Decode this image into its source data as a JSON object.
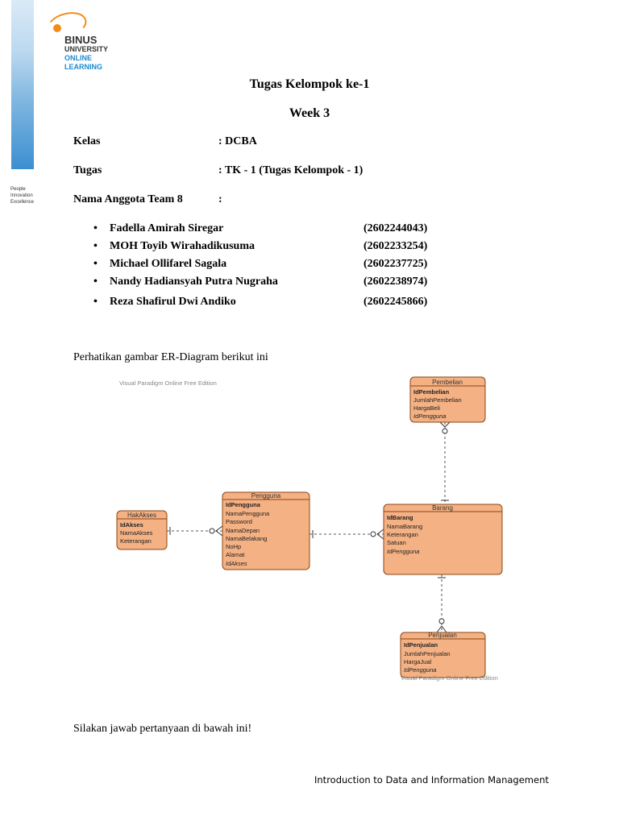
{
  "logo": {
    "brand": "BINUS",
    "university": "UNIVERSITY",
    "online": "ONLINE",
    "learning": "LEARNING",
    "tagline": [
      "People",
      "Innovation",
      "Excellence"
    ]
  },
  "title": "Tugas Kelompok ke-1",
  "week": "Week 3",
  "info": {
    "kelas_label": "Kelas",
    "kelas_value": ": DCBA",
    "tugas_label": "Tugas",
    "tugas_value": ": TK - 1 (Tugas Kelompok - 1)",
    "team_label": "Nama Anggota Team 8",
    "team_sep": ":"
  },
  "members": [
    {
      "name": "Fadella Amirah Siregar",
      "nim": "(2602244043)"
    },
    {
      "name": "MOH Toyib Wirahadikusuma",
      "nim": "(2602233254)"
    },
    {
      "name": "Michael Ollifarel Sagala",
      "nim": "(2602237725)"
    },
    {
      "name": "Nandy Hadiansyah Putra Nugraha",
      "nim": "(2602238974)"
    },
    {
      "name": "Reza Shafirul Dwi Andiko",
      "nim": "(2602245866)"
    }
  ],
  "intro_text": "Perhatikan gambar ER-Diagram berikut ini",
  "diagram": {
    "watermark_top": "Visual Paradigm Online Free Edition",
    "watermark_bottom": "Visual Paradigm Online Free Edition",
    "entity_fill": "#f4b183",
    "entity_border": "#8b4513",
    "entities": {
      "pembelian": {
        "name": "Pembelian",
        "pk": "IdPembelian",
        "attrs": [
          "JumlahPembelian",
          "HargaBeli"
        ],
        "fk": [
          "IdPengguna"
        ]
      },
      "hakakses": {
        "name": "HakAkses",
        "pk": "IdAkses",
        "attrs": [
          "NamaAkses",
          "Keterangan"
        ],
        "fk": []
      },
      "pengguna": {
        "name": "Pengguna",
        "pk": "IdPengguna",
        "attrs": [
          "NamaPengguna",
          "Password",
          "NamaDepan",
          "NamaBelakang",
          "NoHp",
          "Alamat"
        ],
        "fk": [
          "IdAkses"
        ]
      },
      "barang": {
        "name": "Barang",
        "pk": "IdBarang",
        "attrs": [
          "NamaBarang",
          "Keterangan",
          "Satuan"
        ],
        "fk": [
          "IdPengguna"
        ]
      },
      "penjualan": {
        "name": "Penjualan",
        "pk": "IdPenjualan",
        "attrs": [
          "JumlahPenjualan",
          "HargaJual"
        ],
        "fk": [
          "IdPengguna"
        ]
      }
    }
  },
  "closing_text": "Silakan jawab pertanyaan di bawah ini!",
  "footer": "Introduction to Data and Information Management"
}
